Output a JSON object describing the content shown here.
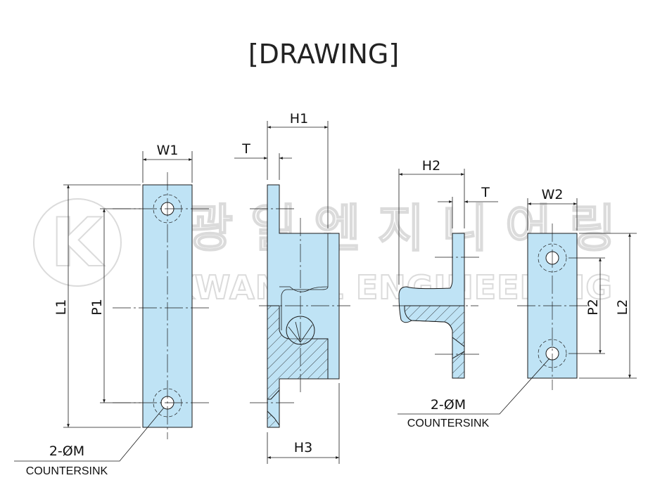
{
  "title": "[DRAWING]",
  "watermark": {
    "korean": "광일엔지니어링",
    "english": "KWANGIL ENGINEERING",
    "logo": "K"
  },
  "dimensions": {
    "w1": "W1",
    "l1": "L1",
    "p1": "P1",
    "t_mid": "T",
    "h1": "H1",
    "h3": "H3",
    "h2": "H2",
    "t_right": "T",
    "w2": "W2",
    "p2": "P2",
    "l2": "L2"
  },
  "notes": {
    "left_hole": "2-ØM",
    "left_countersink": "COUNTERSINK",
    "right_hole": "2-ØM",
    "right_countersink": "COUNTERSINK"
  },
  "colors": {
    "part_fill": "#bfe3f5",
    "line": "#1a1a1a"
  }
}
